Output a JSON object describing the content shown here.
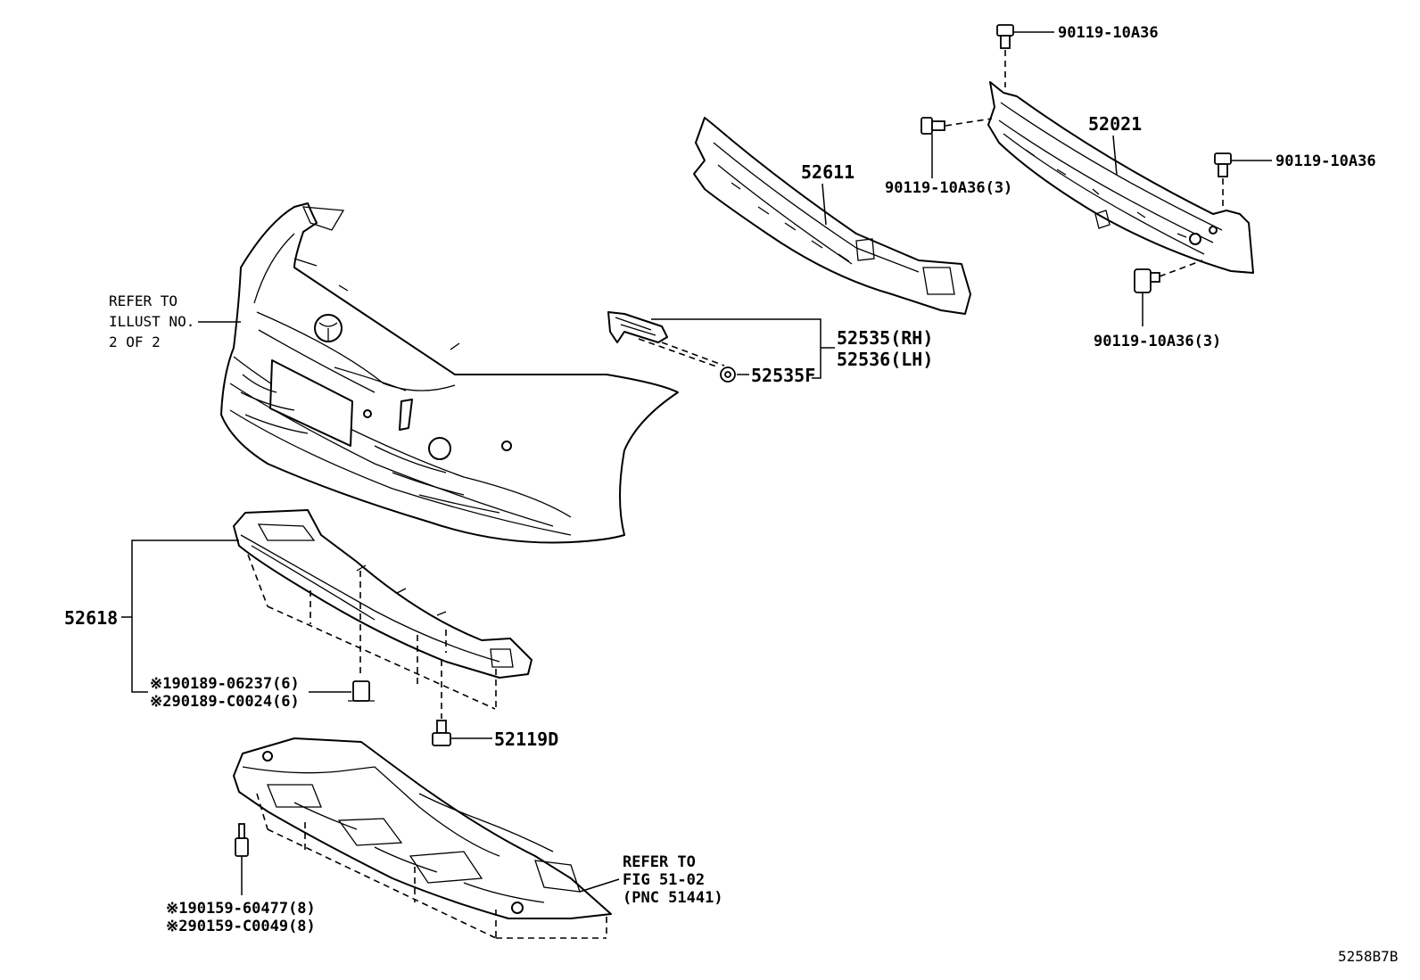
{
  "labels": {
    "ref_illust_1": "REFER TO",
    "ref_illust_2": "ILLUST NO.",
    "ref_illust_3": "2 OF 2",
    "p52611": "52611",
    "p52021": "52021",
    "bolt_top": "90119-10A36",
    "bolt_right": "90119-10A36",
    "bolt_left3": "90119-10A36(3)",
    "bolt_low3": "90119-10A36(3)",
    "p52535": "52535(RH)",
    "p52536": "52536(LH)",
    "p52535F": "52535F",
    "p52618": "52618",
    "clip1": "※190189-06237(6)",
    "clip2": "※290189-C0024(6)",
    "p52119D": "52119D",
    "screw1": "※190159-60477(8)",
    "screw2": "※290159-C0049(8)",
    "ref_fig_1": "REFER TO",
    "ref_fig_2": "FIG 51-02",
    "ref_fig_3": "(PNC 51441)",
    "diagram_id": "5258B7B"
  },
  "colors": {
    "line": "#000000",
    "background": "#ffffff"
  }
}
